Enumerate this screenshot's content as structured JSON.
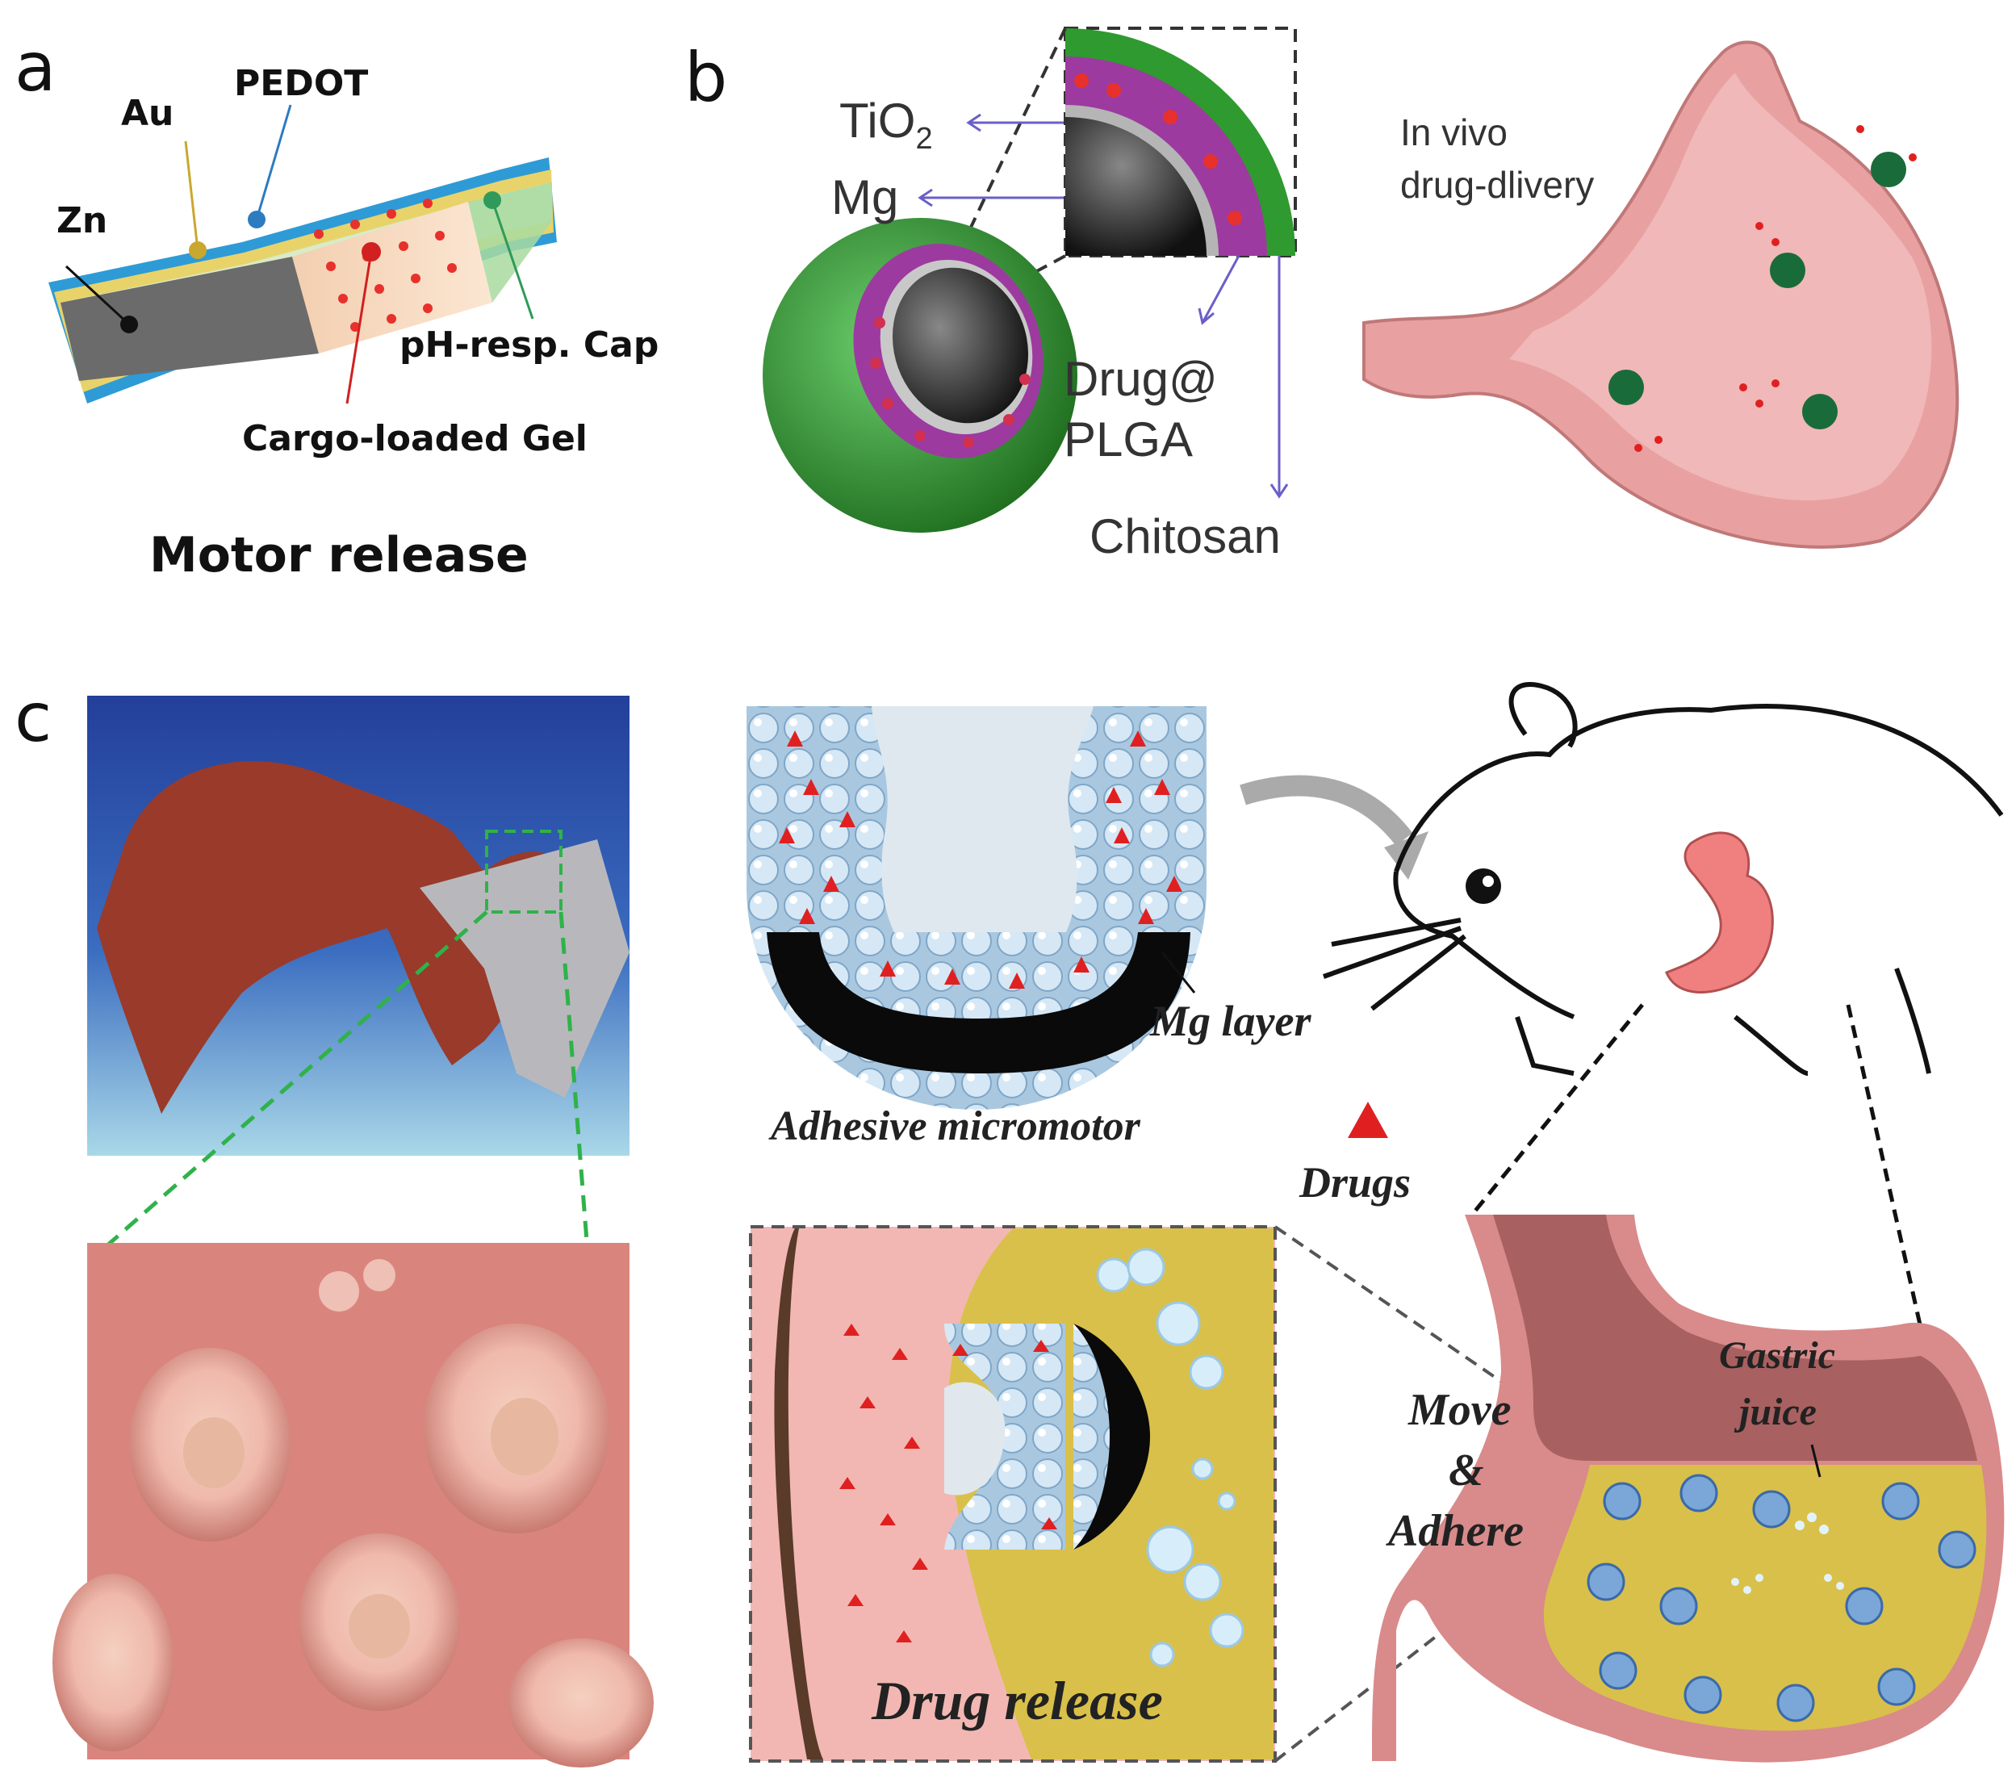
{
  "panels": {
    "a": {
      "letter": "a",
      "labels": {
        "au": "Au",
        "pedot": "PEDOT",
        "zn": "Zn",
        "ph_cap": "pH-resp. Cap",
        "cargo_gel": "Cargo-loaded Gel"
      },
      "caption": "Motor release"
    },
    "b": {
      "letter": "b",
      "labels": {
        "tio2_main": "TiO",
        "tio2_sub": "2",
        "mg": "Mg",
        "drug_line1": "Drug@",
        "drug_line2": "PLGA",
        "chitosan": "Chitosan",
        "invivo_line1": "In vivo",
        "invivo_line2": "drug-dlivery"
      }
    },
    "c": {
      "letter": "c",
      "labels": {
        "mg_layer": "Mg layer",
        "adhesive_micromotor": "Adhesive micromotor",
        "drugs": "Drugs",
        "drug_release": "Drug release",
        "gastric_line1": "Gastric",
        "gastric_line2": "juice",
        "move": "Move",
        "amp": "&",
        "adhere": "Adhere"
      }
    }
  },
  "colors": {
    "zinc": "#6b6b6b",
    "gold_layer": "#e8d36a",
    "pedot_layer": "#2e9bd6",
    "gel": "#f7d7b8",
    "cargo": "#e8302c",
    "ph_cap": "#a8dba0",
    "chitosan_green": "#2f9a2f",
    "plga_purple": "#9c3aa0",
    "stomach_pink": "#e8a0a0",
    "gastric_yellow": "#d9c04a",
    "drug_red": "#e02020",
    "ocean_blue": "#2e4ea8",
    "octopus_red": "#9a3a2a",
    "sucker_pink": "#e8a8a0"
  }
}
